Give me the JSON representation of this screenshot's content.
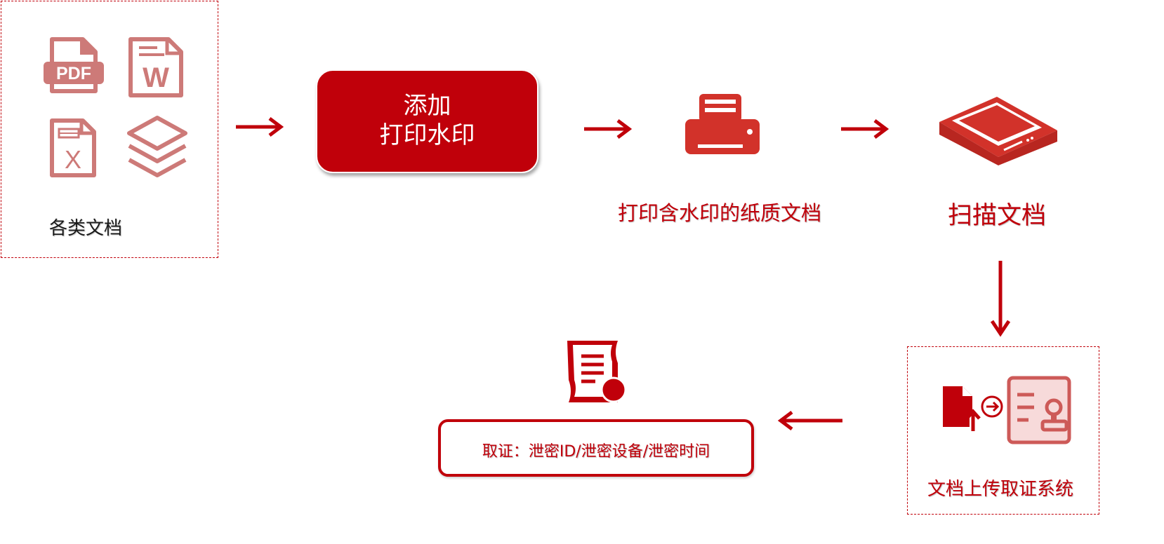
{
  "colors": {
    "primary_red": "#c0000a",
    "icon_red": "#d2322a",
    "muted_red": "#cd7a78",
    "text_black": "#1a1a1a"
  },
  "steps": {
    "documents": {
      "label": "各类文档",
      "icons": [
        "pdf-file-icon",
        "word-file-icon",
        "excel-file-icon",
        "layers-icon"
      ]
    },
    "watermark": {
      "line1": "添加",
      "line2": "打印水印"
    },
    "print": {
      "label": "打印含水印的纸质文档",
      "icon": "printer-icon"
    },
    "scan": {
      "label": "扫描文档",
      "icon": "scanner-icon"
    },
    "upload": {
      "label": "文档上传取证系统",
      "icon": "upload-forensic-icon"
    },
    "forensic": {
      "label": "取证：泄密ID/泄密设备/泄密时间",
      "icon": "certificate-icon"
    }
  }
}
